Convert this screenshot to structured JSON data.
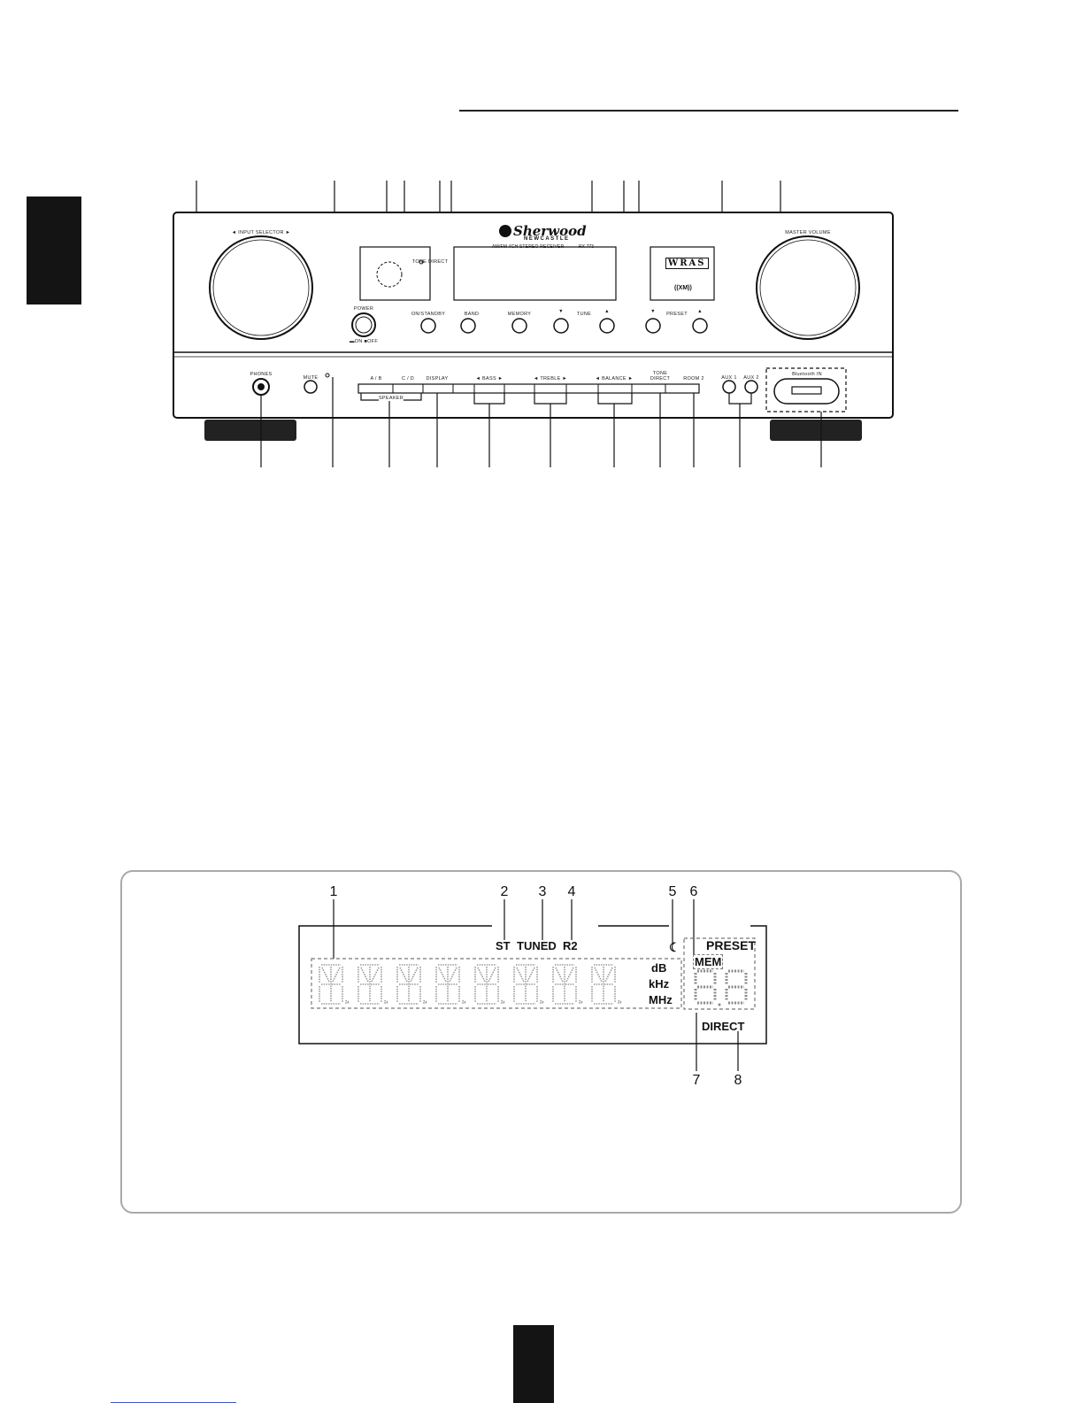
{
  "receiver": {
    "brand": "Sherwood",
    "sub_brand": "NEWCASTLE",
    "model_line": "AM/FM 4CH STEREO RECEIVER",
    "model": "RX-773",
    "input_selector_label": "◄   INPUT SELECTOR   ►",
    "master_volume_label": "MASTER VOLUME",
    "power_label": "POWER",
    "power_sub": "▬ON ■OFF",
    "tone_direct_top": "TONE DIRECT",
    "on_standby_label": "ON/STANDBY",
    "band_label": "BAND",
    "memory_label": "MEMORY",
    "tune_label": "TUNE",
    "preset_label": "PRESET",
    "down_arrow": "▼",
    "up_arrow": "▲",
    "wras_badge": "WRAS",
    "xm_badge": "((XM))",
    "phones_label": "PHONES",
    "mute_label": "MUTE",
    "ab_label": "A / B",
    "cd_label": "C / D",
    "speaker_label": "SPEAKER",
    "display_label": "DISPLAY",
    "bass_label": "◄   BASS   ►",
    "treble_label": "◄   TREBLE   ►",
    "balance_label": "◄   BALANCE   ►",
    "tone_direct_line1": "TONE",
    "tone_direct_line2": "DIRECT",
    "room2_label": "ROOM 2",
    "aux1_label": "AUX 1",
    "aux2_label": "AUX 2",
    "bluetooth_label": "Bluetooth IN"
  },
  "display": {
    "callouts": [
      "1",
      "2",
      "3",
      "4",
      "5",
      "6",
      "7",
      "8"
    ],
    "st": "ST",
    "tuned": "TUNED",
    "r2": "R2",
    "sleep": "☾",
    "preset": "PRESET",
    "mem": "MEM",
    "db": "dB",
    "khz": "kHz",
    "mhz": "MHz",
    "direct": "DIRECT"
  },
  "colors": {
    "ink": "#111111",
    "panel_border": "#a9a9a9",
    "segment": "#b8b8b8",
    "footer_link": "#3a56c5"
  }
}
